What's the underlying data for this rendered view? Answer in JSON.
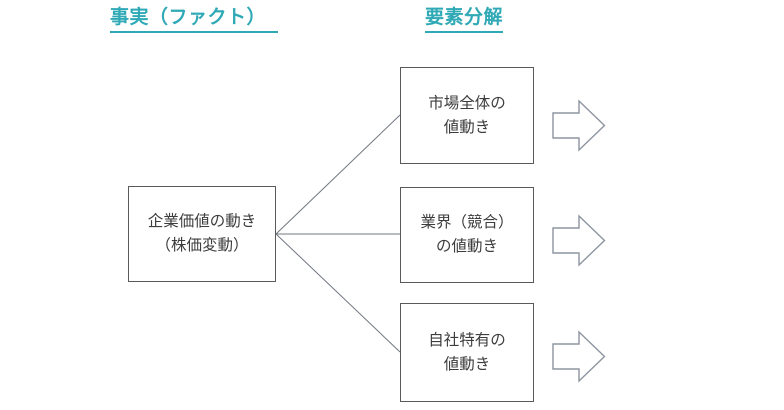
{
  "headings": {
    "fact": "事実（ファクト）",
    "decomposition": "要素分解"
  },
  "source_box": {
    "lines": [
      "企業価値の動き",
      "（株価変動）"
    ]
  },
  "factor_boxes": [
    {
      "id": "market",
      "lines": [
        "市場全体の",
        "値動き"
      ]
    },
    {
      "id": "industry",
      "lines": [
        "業界（競合）",
        "の値動き"
      ]
    },
    {
      "id": "company",
      "lines": [
        "自社特有の",
        "値動き"
      ]
    }
  ],
  "colors": {
    "background": "#ffffff",
    "heading": "#2fa9b6",
    "box_border": "#5a5a5a",
    "box_text": "#3d3d3d",
    "connector": "#707780",
    "arrow_outline": "#8d95a0"
  }
}
